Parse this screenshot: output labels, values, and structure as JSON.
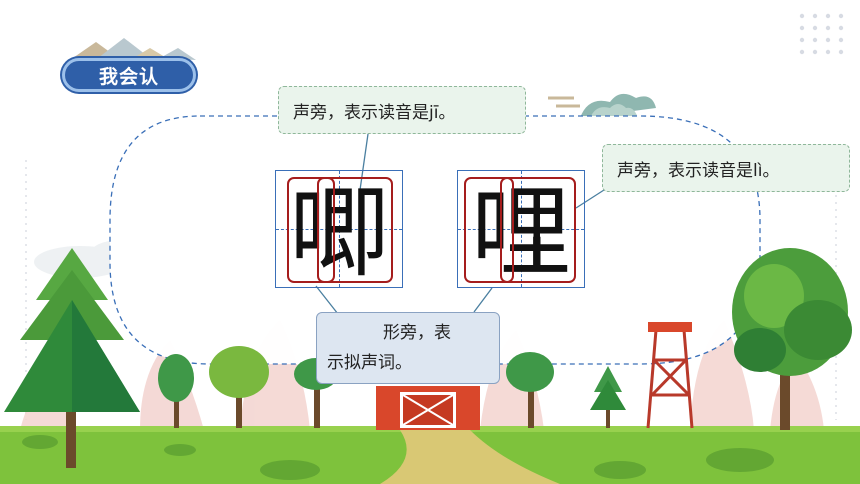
{
  "badge": {
    "label": "我会认"
  },
  "characters": [
    {
      "char": "唧"
    },
    {
      "char": "哩"
    }
  ],
  "callouts": {
    "top": "声旁，表示读音是jī。",
    "right": "声旁，表示读音是lì。",
    "bottom_line1": "形旁，表",
    "bottom_line2": "示拟声词。"
  },
  "colors": {
    "badge": "#2f5fa8",
    "box_outline": "#3a6fb8",
    "radical_outline": "#a51d1d",
    "grass": "#7ec23c"
  }
}
